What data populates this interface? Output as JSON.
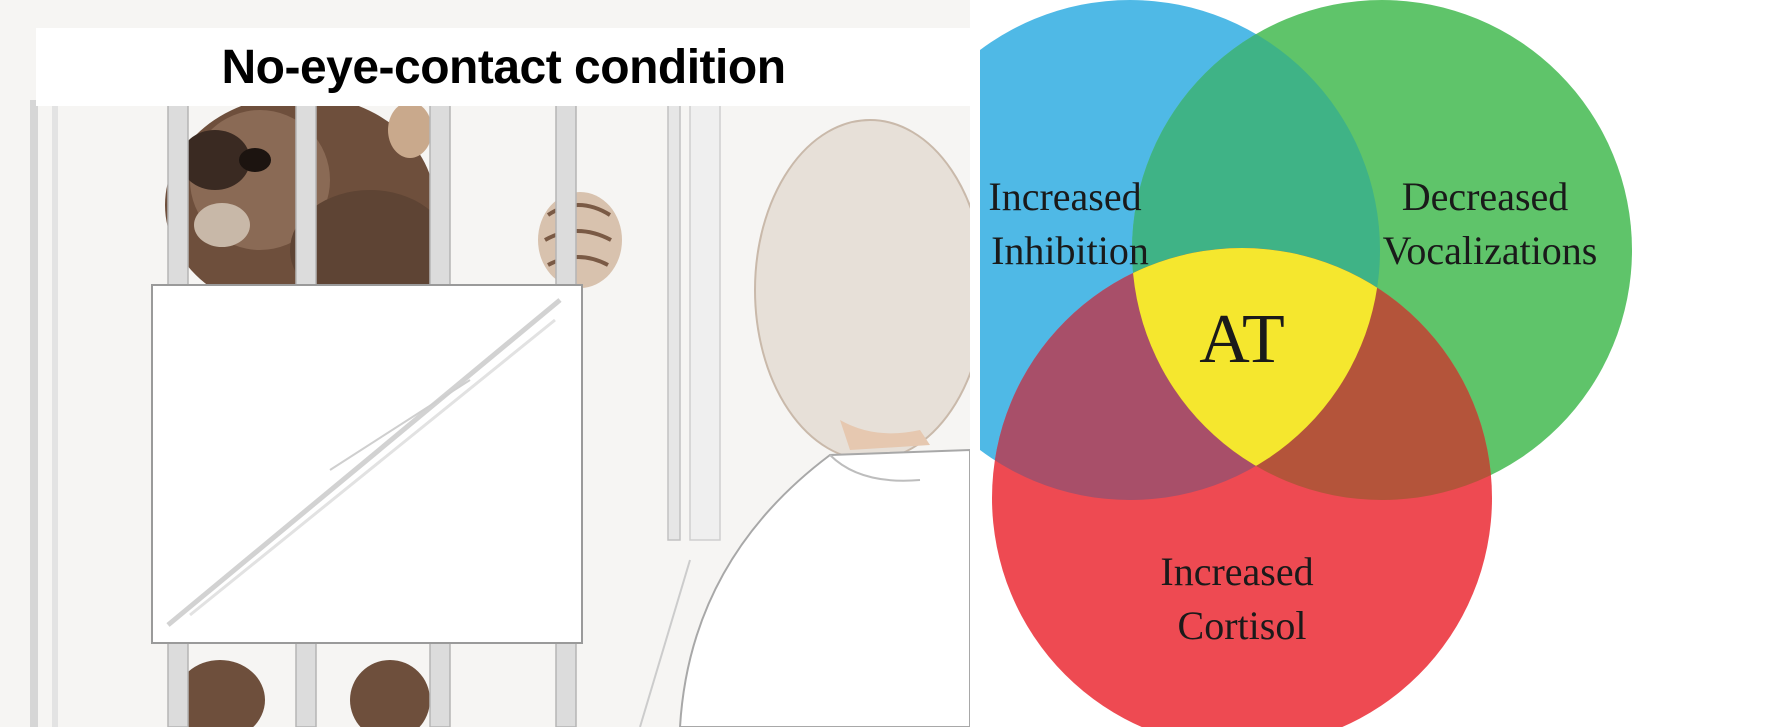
{
  "illustration": {
    "title": "No-eye-contact condition",
    "bar_color": "#d9d9d9",
    "board_color": "#ffffff",
    "monkey_color": "#7a5a45",
    "human_head_color": "#e6dfd8"
  },
  "venn": {
    "sets": [
      {
        "label_lines": [
          "Increased",
          "Inhibition"
        ],
        "color": "#4fb9e6"
      },
      {
        "label_lines": [
          "Decreased",
          "Vocalizations"
        ],
        "color": "#5fc46a"
      },
      {
        "label_lines": [
          "Increased",
          "Cortisol"
        ],
        "color": "#ee4a52"
      }
    ],
    "center_label": "AT",
    "center_color": "#f5e72e"
  }
}
